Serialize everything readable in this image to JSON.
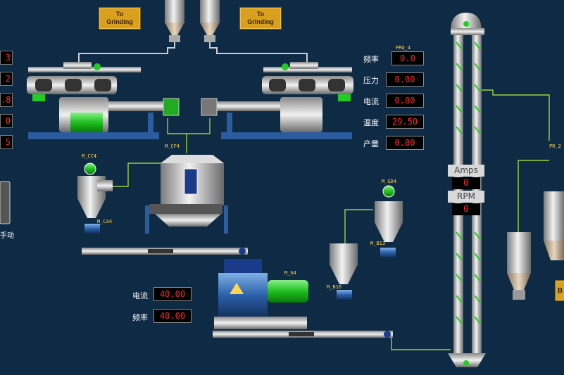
{
  "buttons": {
    "to_grinding_left": "To\nGrinding",
    "to_grinding_right": "To\nGrinding",
    "right_edge": "B"
  },
  "right_panel": {
    "tag": "PRQ_4",
    "rows": [
      {
        "label": "频率",
        "value": "0.0"
      },
      {
        "label": "压力",
        "value": "0.00"
      },
      {
        "label": "电流",
        "value": "0.00"
      },
      {
        "label": "温度",
        "value": "29.50"
      },
      {
        "label": "产量",
        "value": "0.00"
      }
    ]
  },
  "left_edge_values": [
    "3",
    "2",
    ".8",
    "0",
    "5"
  ],
  "left_edge_text": "手动",
  "bottom_panel": {
    "rows": [
      {
        "label": "电流",
        "value": "40.00"
      },
      {
        "label": "频率",
        "value": "40.00"
      }
    ]
  },
  "tags": {
    "m_cf4": "M_CF4",
    "m_cc4": "M_CC4",
    "m_ca4": "M_CA4",
    "m_g4": "M_G4",
    "m_gd4": "M_GD4",
    "m_b13": "M_B13",
    "m_b16": "M_B16",
    "pr2": "PR_2"
  },
  "elevator": {
    "amps_label": "Amps",
    "amps_value": "0",
    "rpm_label": "RPM",
    "rpm_value": "0"
  },
  "colors": {
    "background": "#0f2a44",
    "motor_green": "#22cc22",
    "display_red": "#ff2a2a",
    "button_gold": "#d9a020",
    "pipe_green": "#9ad23a"
  }
}
